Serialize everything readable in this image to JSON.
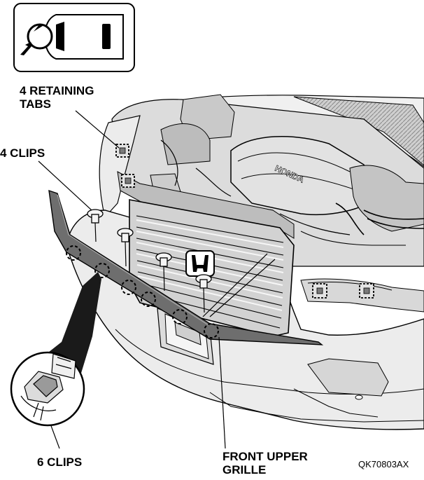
{
  "callouts": {
    "retaining_tabs": [
      "4 RETAINING",
      "TABS"
    ],
    "four_clips": "4 CLIPS",
    "six_clips": "6 CLIPS",
    "front_upper_grille": [
      "FRONT UPPER",
      "GRILLE"
    ]
  },
  "figure_code": "QK70803AX",
  "engine_badge": "HONDA",
  "icons": {
    "view_direction": "vehicle-front-view-icon",
    "clip_detail": "clip-detail-icon"
  },
  "colors": {
    "line": "#000000",
    "shade_light": "#e6e6e6",
    "shade_mid": "#bdbdbd",
    "shade_dark": "#5a5a5a",
    "grille_part": "#6e6e6e"
  }
}
